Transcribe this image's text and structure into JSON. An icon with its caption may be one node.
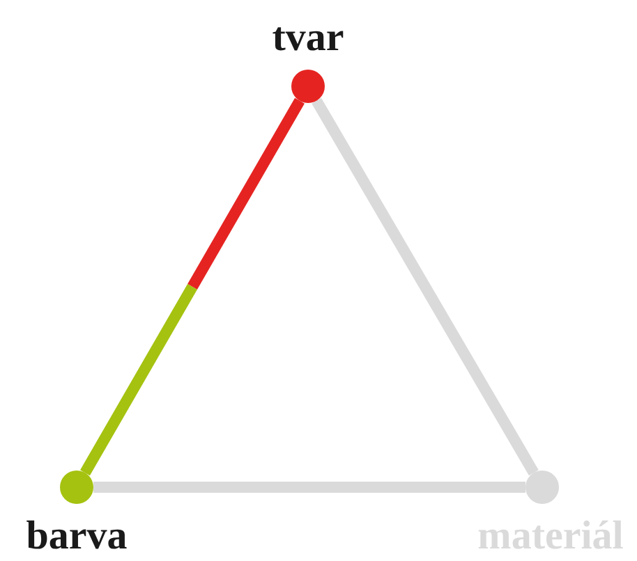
{
  "diagram": {
    "nodes": [
      {
        "text": [
          "tvar"
        ]
      },
      {
        "text": [
          "barva"
        ]
      },
      {
        "text": [
          "materiál"
        ]
      }
    ],
    "edges": [
      {
        "from": 0,
        "to": 1,
        "arrow": "none",
        "color": "#e52421"
      },
      {
        "from": 0,
        "to": 2,
        "arrow": "none"
      },
      {
        "from": 1,
        "to": 2,
        "arrow": "none"
      }
    ]
  }
}
